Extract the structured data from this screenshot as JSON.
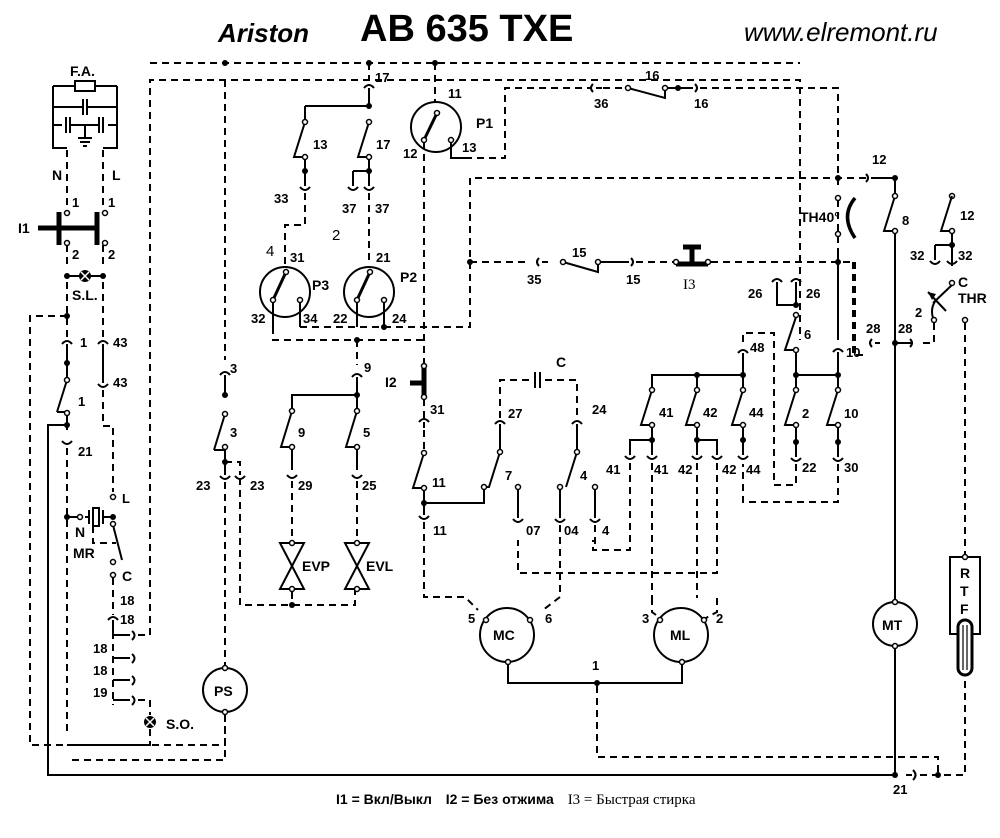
{
  "header": {
    "brand": "Ariston",
    "model": "AB 635 TXE",
    "website": "www.elremont.ru"
  },
  "legend": {
    "i1": "I1 = Вкл/Выкл",
    "i2": "I2 = Без отжима",
    "i3": "I3 = Быстрая стирка"
  },
  "components": {
    "fa": "F.A.",
    "i1": "I1",
    "i2": "I2",
    "i3": "I3",
    "sl": "S.L.",
    "so": "S.O.",
    "mr": "MR",
    "ps": "PS",
    "p1": "P1",
    "p2": "P2",
    "p3": "P3",
    "evp": "EVP",
    "evl": "EVL",
    "mc": "MC",
    "ml": "ML",
    "mt": "MT",
    "th40": "TH40°",
    "thr": "THR",
    "rtf": [
      "R",
      "T",
      "F"
    ],
    "cap": "C"
  },
  "terminals": {
    "n": "N",
    "l": "L",
    "mr_n": "N",
    "mr_l": "L",
    "mr_c": "C",
    "thr_c": "C",
    "i1_1a": "1",
    "i1_1b": "1",
    "i1_2a": "2",
    "i1_2b": "2",
    "t1a": "1",
    "t1b": "1",
    "t43a": "43",
    "t43b": "43",
    "t21": "21",
    "t18a": "18",
    "t18b": "18",
    "t18c": "18",
    "t18d": "18",
    "t19": "19",
    "t3a": "3",
    "t3b": "3",
    "t23a": "23",
    "t23b": "23",
    "t17a": "17",
    "t17b": "17",
    "t13": "13",
    "t33": "33",
    "t37a": "37",
    "t37b": "37",
    "p3_4": "4",
    "p_2": "2",
    "p3_31": "31",
    "p3_32": "32",
    "p3_34": "34",
    "p2_21": "21",
    "p2_22": "22",
    "p2_24": "24",
    "p1_11": "11",
    "p1_12": "12",
    "p1_13": "13",
    "t16a": "16",
    "t16b": "16",
    "t36": "36",
    "t15a": "15",
    "t15b": "15",
    "t35": "35",
    "t9a": "9",
    "t9b": "9",
    "t5": "5",
    "t29": "29",
    "t25": "25",
    "t31": "31",
    "t11a": "11",
    "t11b": "11",
    "t27": "27",
    "t7": "7",
    "t24": "24",
    "t4a": "4",
    "t07": "07",
    "t04": "04",
    "t4b": "4",
    "t41a": "41",
    "t41b": "41",
    "t41c": "41",
    "t42a": "42",
    "t42b": "42",
    "t42c": "42",
    "t44a": "44",
    "t44b": "44",
    "t48": "48",
    "t26a": "26",
    "t26b": "26",
    "t6": "6",
    "t2": "2",
    "t22": "22",
    "t10a": "10",
    "t10b": "10",
    "t30": "30",
    "t12a": "12",
    "t12b": "12",
    "t8": "8",
    "t32a": "32",
    "t32b": "32",
    "t28a": "28",
    "t28b": "28",
    "thr_2": "2",
    "mc5": "5",
    "mc6": "6",
    "ml3": "3",
    "ml2": "2",
    "m1": "1",
    "t21b": "21"
  }
}
